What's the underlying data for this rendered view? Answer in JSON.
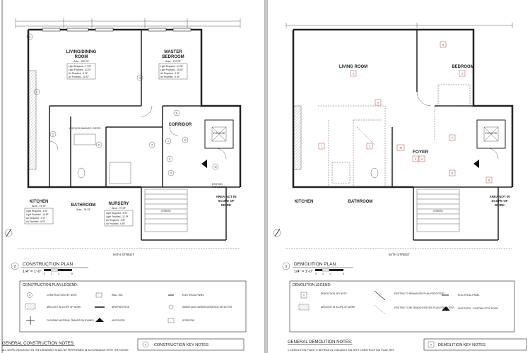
{
  "construction_plan": {
    "title": "CONSTRUCTION PLAN",
    "number": "2",
    "scale": "1/4\" = 1'-0\"",
    "scale_ticks": [
      "0",
      "2",
      "4",
      "8"
    ],
    "street": "94TH STREET",
    "rooms": {
      "living": {
        "name_line1": "LIVING/DINING",
        "name_line2": "ROOM",
        "area": "Area - 220 SF",
        "lines": [
          "Light Required - 17 SF",
          "Light Provided - 32 SF",
          "Air Required - 9 SF",
          "Air Provided - 16 SF"
        ]
      },
      "master": {
        "name_line1": "MASTER",
        "name_line2": "BEDROOM",
        "area": "Area - 123 SF",
        "lines": [
          "Light Required - 12 SF",
          "Light Provided - 18 SF",
          "Air Required - 6 SF",
          "Air Provided - 9 SF"
        ]
      },
      "corridor": "CORRIDOR",
      "kitchen": {
        "name": "KITCHEN",
        "area": "Area - 73 SF",
        "lines": [
          "Light Required - 6 SF",
          "Light Provided - 16 SF",
          "Air Required - 3 SF",
          "Air Provided - 8 SF"
        ]
      },
      "bathroom": {
        "name": "BATHROOM",
        "area": "Area - 34 SF"
      },
      "nursery": {
        "name": "NURSERY",
        "area": "Area - 70 SF",
        "lines": [
          "Light Required - 6 SF",
          "Light Provided - 12 SF",
          "Air Required - 3 SF",
          "Air Provided - 6 SF"
        ]
      },
      "washer": "VENTLESS WASHER / DRYER",
      "elevator": "ELEVATOR",
      "egress": "EGRESS",
      "not_scope": [
        "AREA NOT IN",
        "SCOPE OF",
        "WORK"
      ],
      "existing_door": [
        "EXISTING",
        "FPSC DOOR"
      ]
    },
    "tags": [
      "1",
      "2",
      "3",
      "4",
      "5",
      "6",
      "7",
      "8",
      "9",
      "10",
      "11",
      "12"
    ],
    "legend": {
      "title": "CONSTRUCTION PLAN LEGEND:",
      "items": [
        {
          "symbol": "X",
          "label": "CONSTRUCTION KEY NOTE"
        },
        {
          "symbol": "",
          "label": "AREA NOT IN SCOPE OF WORK"
        },
        {
          "symbol": "",
          "label": "FLOORING MATERIAL TRANSITION SYMBOL"
        },
        {
          "symbol": "",
          "label": "WALL TAG"
        },
        {
          "symbol": "",
          "label": "NEW PARTITION"
        },
        {
          "symbol": "",
          "label": "UNIT ENTRY"
        },
        {
          "symbol": "",
          "label": "ELECTRICAL PANEL"
        },
        {
          "symbol": "",
          "label": "SMOKE AND CARBON MONOXIDE DETECTOR"
        },
        {
          "symbol": "",
          "label": "INTERCOM"
        }
      ]
    },
    "notes_title": "GENERAL CONSTRUCTION NOTES:",
    "notes_text": "ALL WORK INDICATED ON THE DRAWINGS SHALL BE PERFORMED IN ACCORDANCE WITH THE HOUSE",
    "key_notes": {
      "symbol": "X",
      "label": "CONSTRUCTION KEY NOTES"
    }
  },
  "demolition_plan": {
    "title": "DEMOLITION PLAN",
    "number": "1",
    "scale": "1/4\" = 1'-0\"",
    "scale_ticks": [
      "0",
      "2",
      "4",
      "8"
    ],
    "street": "94TH STREET",
    "rooms": {
      "living": "LIVING ROOM",
      "bedroom": "BEDROOM",
      "foyer": "FOYER",
      "kitchen": "KITCHEN",
      "bathroom": "BATHROOM",
      "elevator": "ELEVATOR",
      "egress": "EGRESS",
      "not_scope": [
        "AREA NOT IN",
        "SCOPE OF",
        "WORK"
      ]
    },
    "tags": [
      "1",
      "2",
      "3",
      "4",
      "5",
      "6",
      "7",
      "8",
      "9",
      "10",
      "11"
    ],
    "legend": {
      "title": "DEMOLITION  LEGEND:",
      "items": [
        {
          "symbol": "X",
          "label": "DEMOLITION KEY NOTE"
        },
        {
          "symbol": "",
          "label": "AREA NOT IN SCOPE OF WORK"
        },
        {
          "symbol": "",
          "label": "EXISTING TO REMAIN SEE PLAN FOR EXTENT"
        },
        {
          "symbol": "",
          "label": "EXISTING TO BE DEMOLISHED SEE PLAN FOR EXTENT"
        },
        {
          "symbol": "",
          "label": "ELECTRICAL PANEL"
        },
        {
          "symbol": "",
          "label": "UNIT ENTRY - EXISTING FPSC DOOR"
        }
      ]
    },
    "notes_title": "GENERAL DEMOLITION NOTES:",
    "notes_text": "1. DEMOLITION PLAN TO BE READ IN CONJUNCTION WITH CONSTRUCTION PLAN, REF.",
    "key_notes": {
      "symbol": "X",
      "label": "DEMOLITION KEY NOTES"
    }
  }
}
